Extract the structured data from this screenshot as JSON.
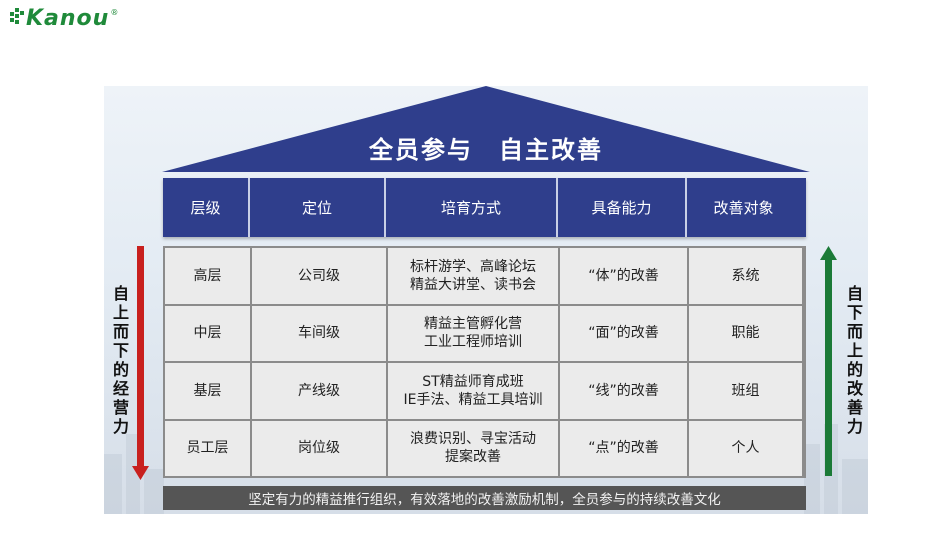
{
  "logo": {
    "text": "Kanou",
    "reg": "®"
  },
  "roof_title": "全员参与　自主改善",
  "header": [
    "层级",
    "定位",
    "培育方式",
    "具备能力",
    "改善对象"
  ],
  "rows": [
    {
      "level": "高层",
      "position": "公司级",
      "training": [
        "标杆游学、高峰论坛",
        "精益大讲堂、读书会"
      ],
      "ability": "“体”的改善",
      "target": "系统"
    },
    {
      "level": "中层",
      "position": "车间级",
      "training": [
        "精益主管孵化营",
        "工业工程师培训"
      ],
      "ability": "“面”的改善",
      "target": "职能"
    },
    {
      "level": "基层",
      "position": "产线级",
      "training": [
        "ST精益师育成班",
        "IE手法、精益工具培训"
      ],
      "ability": "“线”的改善",
      "target": "班组"
    },
    {
      "level": "员工层",
      "position": "岗位级",
      "training": [
        "浪费识别、寻宝活动",
        "提案改善"
      ],
      "ability": "“点”的改善",
      "target": "个人"
    }
  ],
  "footer": "坚定有力的精益推行组织，有效落地的改善激励机制，全员参与的持续改善文化",
  "left_label": "自上而下的经营力",
  "right_label": "自下而上的改善力",
  "colors": {
    "roof": "#2f3e8c",
    "header": "#2f3e8c",
    "down_arrow": "#c8201e",
    "up_arrow": "#1b7a37",
    "logo": "#1f8a3a"
  }
}
